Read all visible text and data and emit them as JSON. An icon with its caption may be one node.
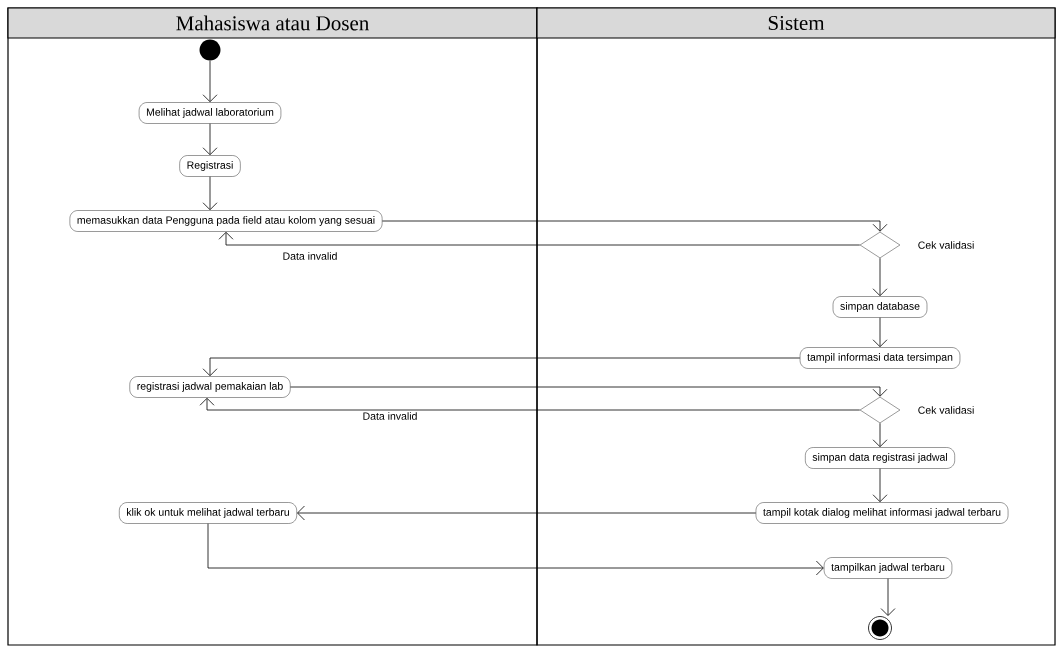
{
  "diagram": {
    "nodes": [
      {
        "text": [
          "Mahasiswa atau Dosen"
        ]
      },
      {
        "text": [
          "Sistem"
        ]
      },
      {
        "text": [],
        "shape": "circle",
        "in": 0
      },
      {
        "text": [
          "Melihat jadwal laboratorium"
        ],
        "in": 0
      },
      {
        "text": [
          "Registrasi"
        ],
        "in": 0
      },
      {
        "text": [
          "memasukkan data Pengguna pada field atau kolom yang sesuai"
        ],
        "in": 0
      },
      {
        "text": [],
        "shape": "diamond",
        "beside": [
          "Cek validasi"
        ],
        "in": 1
      },
      {
        "text": [
          "simpan database"
        ],
        "in": 1
      },
      {
        "text": [
          "tampil informasi data tersimpan"
        ],
        "in": 1
      },
      {
        "text": [
          "registrasi jadwal pemakaian lab"
        ],
        "in": 0
      },
      {
        "text": [],
        "shape": "diamond",
        "beside": [
          "Cek validasi"
        ],
        "in": 1
      },
      {
        "text": [
          "simpan data registrasi jadwal"
        ],
        "in": 1
      },
      {
        "text": [
          "tampil kotak dialog melihat informasi jadwal terbaru"
        ],
        "in": 1
      },
      {
        "text": [
          "klik ok untuk melihat jadwal terbaru"
        ],
        "in": 0
      },
      {
        "text": [
          "tampilkan jadwal terbaru"
        ],
        "in": 1
      },
      {
        "text": [],
        "shape": "bullseye",
        "in": 1
      }
    ],
    "edges": [
      {
        "from": 2,
        "to": 3,
        "arrow": "to"
      },
      {
        "from": 3,
        "to": 4,
        "arrow": "to"
      },
      {
        "from": 4,
        "to": 5,
        "arrow": "to"
      },
      {
        "from": 5,
        "to": 6,
        "arrow": "to"
      },
      {
        "from": 6,
        "to": 5,
        "arrow": "to",
        "label": "Data invalid"
      },
      {
        "from": 6,
        "to": 7,
        "arrow": "to"
      },
      {
        "from": 7,
        "to": 8,
        "arrow": "to"
      },
      {
        "from": 8,
        "to": 9,
        "arrow": "to"
      },
      {
        "from": 9,
        "to": 10,
        "arrow": "to"
      },
      {
        "from": 10,
        "to": 9,
        "arrow": "to",
        "label": "Data invalid"
      },
      {
        "from": 10,
        "to": 11,
        "arrow": "to"
      },
      {
        "from": 11,
        "to": 12,
        "arrow": "to"
      },
      {
        "from": 12,
        "to": 13,
        "arrow": "to"
      },
      {
        "from": 13,
        "to": 14,
        "arrow": "to"
      },
      {
        "from": 14,
        "to": 15,
        "arrow": "to"
      }
    ]
  }
}
